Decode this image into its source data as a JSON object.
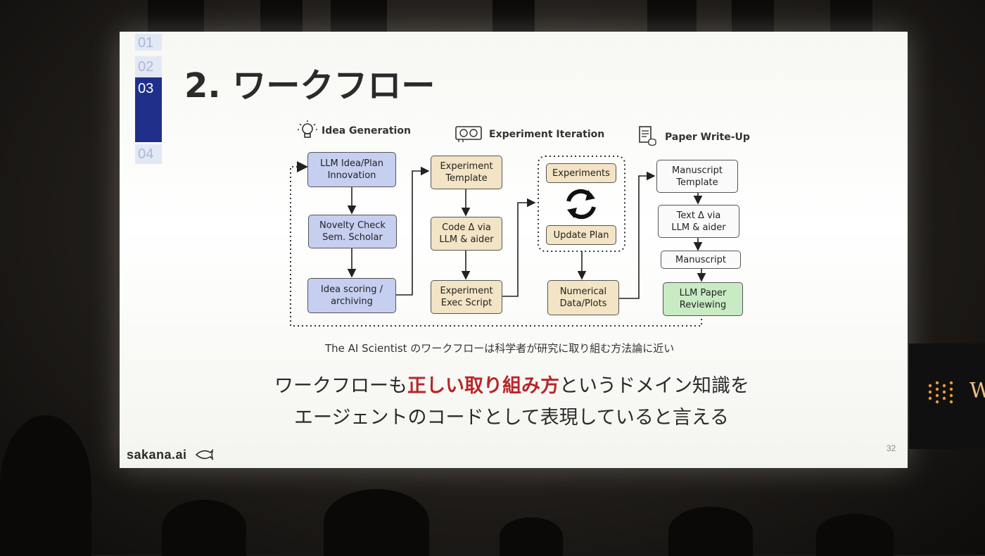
{
  "slide": {
    "side_tabs": [
      "01",
      "02",
      "03",
      "04"
    ],
    "active_tab": "03",
    "title": "2. ワークフロー",
    "sections": {
      "idea": "Idea Generation",
      "experiment": "Experiment Iteration",
      "paper": "Paper Write-Up"
    },
    "boxes": {
      "llm_idea": [
        "LLM Idea/Plan",
        "Innovation"
      ],
      "novelty": [
        "Novelty Check",
        "Sem. Scholar"
      ],
      "scoring": [
        "Idea scoring /",
        "archiving"
      ],
      "exp_template": [
        "Experiment",
        "Template"
      ],
      "code_delta": [
        "Code Δ via",
        "LLM & aider"
      ],
      "exec_script": [
        "Experiment",
        "Exec Script"
      ],
      "experiments": [
        "Experiments"
      ],
      "update_plan": [
        "Update Plan"
      ],
      "numerical": [
        "Numerical",
        "Data/Plots"
      ],
      "manuscript_template": [
        "Manuscript",
        "Template"
      ],
      "text_delta": [
        "Text Δ via",
        "LLM & aider"
      ],
      "manuscript": [
        "Manuscript"
      ],
      "review": [
        "LLM Paper",
        "Reviewing"
      ]
    },
    "caption": "The AI Scientist のワークフローは科学者が研究に取り組む方法論に近い",
    "statement": {
      "line1_before": "ワークフローも",
      "line1_highlight": "正しい取り組み方",
      "line1_after": "というドメイン知識を",
      "line2": "エージェントのコードとして表現していると言える"
    },
    "logo": "sakana.ai",
    "page_number": "32"
  },
  "colors": {
    "active_tab": "#1f2f8a",
    "blue_box": "#c6cff0",
    "tan_box": "#f2e4c4",
    "green_box": "#c8ebc4",
    "highlight": "#b8262a"
  },
  "venue_sign": {
    "letter": "W"
  }
}
